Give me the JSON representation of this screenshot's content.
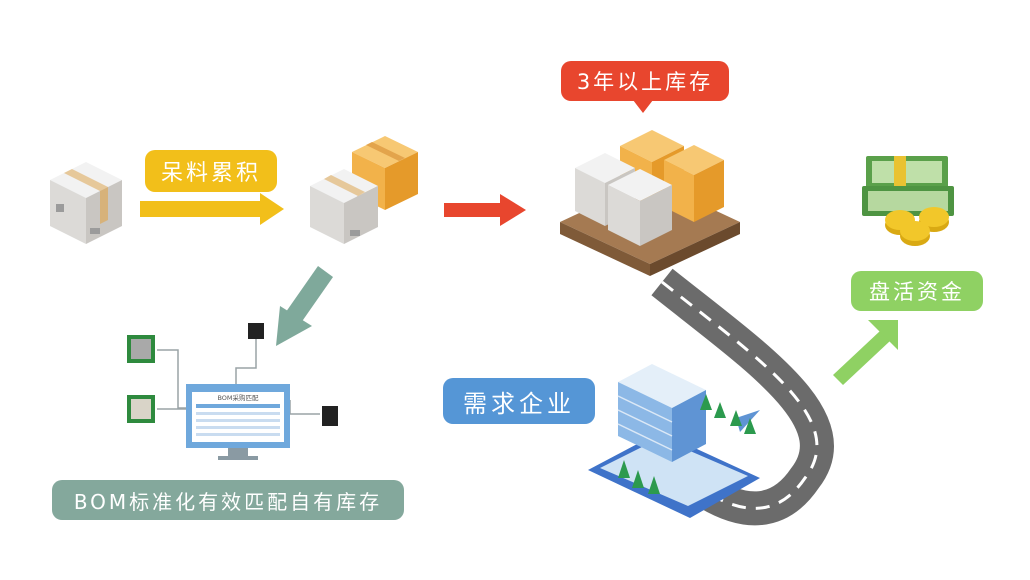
{
  "labels": {
    "material_accumulation": "呆料累积",
    "inventory_over_3_years": "3年以上库存",
    "demand_enterprise": "需求企业",
    "revitalize_funds": "盘活资金",
    "bom_matching": "BOM标准化有效匹配自有库存",
    "monitor_title": "BOM采购匹配"
  },
  "colors": {
    "yellow": "#f2bf1a",
    "red": "#e8462e",
    "blue": "#5596d6",
    "green": "#8fd163",
    "teal": "#84a89c",
    "arrow_teal": "#7fa99b"
  },
  "icons": [
    "box-icon",
    "box-stack-icon",
    "pallet-boxes-icon",
    "money-icon",
    "building-icon",
    "computer-monitor-icon",
    "chip-icon",
    "road-icon"
  ]
}
